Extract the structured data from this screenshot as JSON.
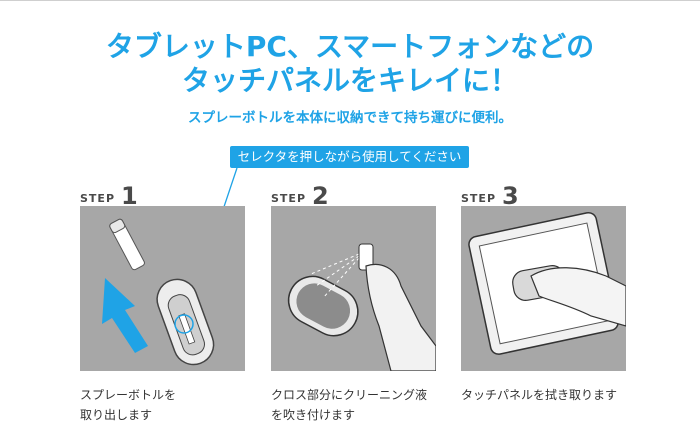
{
  "headline": {
    "line1": "タブレットPC、スマートフォンなどの",
    "line2": "タッチパネルをキレイに！"
  },
  "subheadline": "スプレーボトルを本体に収納できて持ち運びに便利。",
  "callout": "セレクタを押しながら使用してください",
  "steps": [
    {
      "word": "STEP",
      "number": "1",
      "caption_line1": "スプレーボトルを",
      "caption_line2": "取り出します"
    },
    {
      "word": "STEP",
      "number": "2",
      "caption_line1": "クロス部分にクリーニング液",
      "caption_line2": "を吹き付けます"
    },
    {
      "word": "STEP",
      "number": "3",
      "caption_line1": "タッチパネルを拭き取ります",
      "caption_line2": ""
    }
  ],
  "colors": {
    "accent": "#1fa3e6",
    "panel_bg": "#a7a7a7",
    "step_text": "#4a4a4a"
  }
}
